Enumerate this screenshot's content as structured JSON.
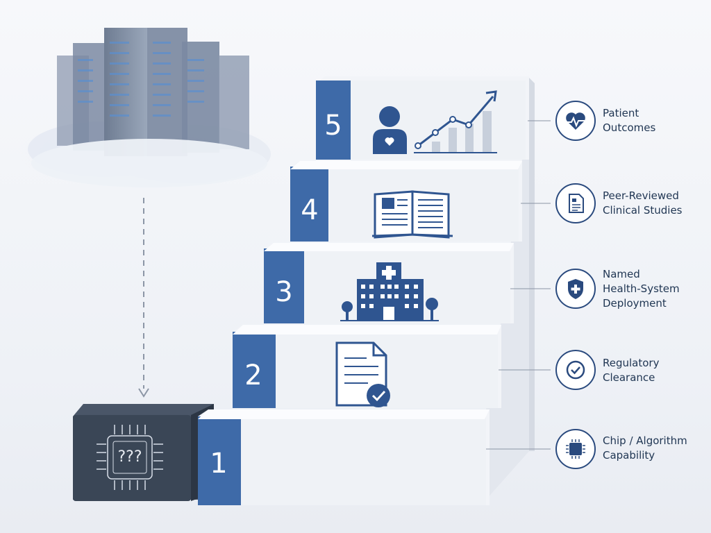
{
  "steps": [
    {
      "number": "1",
      "label": "Chip / Algorithm\nCapability",
      "icon": "chip-icon"
    },
    {
      "number": "2",
      "label": "Regulatory\nClearance",
      "icon": "check-circle-icon"
    },
    {
      "number": "3",
      "label": "Named\nHealth-System\nDeployment",
      "icon": "shield-plus-icon"
    },
    {
      "number": "4",
      "label": "Peer-Reviewed\nClinical Studies",
      "icon": "document-icon"
    },
    {
      "number": "5",
      "label": "Patient\nOutcomes",
      "icon": "heart-pulse-icon"
    }
  ],
  "chip_box": {
    "text": "???",
    "icon": "processor-icon"
  },
  "cloud": {
    "icon": "server-rack-icon"
  },
  "colors": {
    "accent": "#3e6aa8",
    "dark_box": "#3a4656",
    "icon_stroke": "#2a4a7e"
  }
}
